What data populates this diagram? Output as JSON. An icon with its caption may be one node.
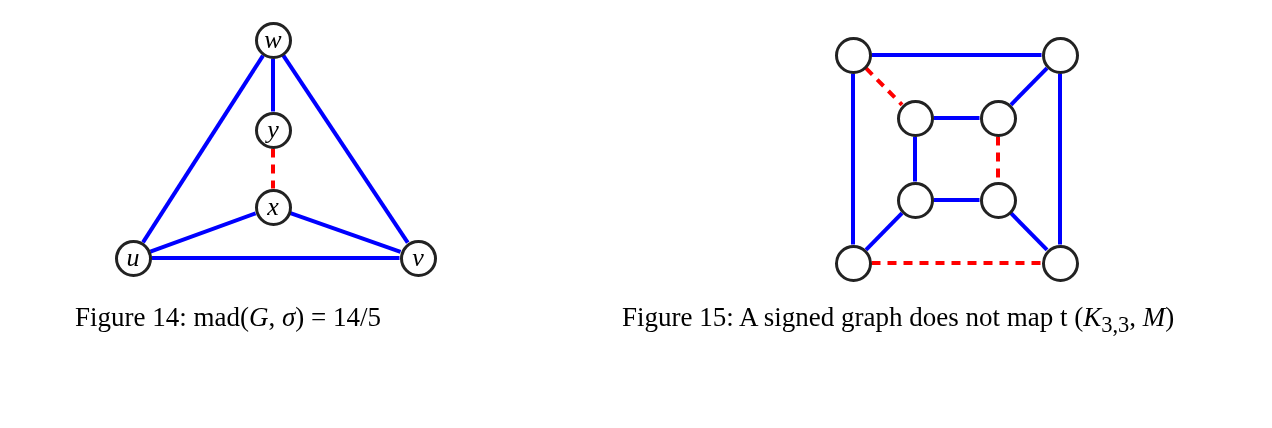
{
  "diagram": {
    "nodes": [
      {
        "text": [
          "w"
        ]
      },
      {
        "text": [
          "y"
        ]
      },
      {
        "text": [
          "x"
        ]
      },
      {
        "text": [
          "u"
        ]
      },
      {
        "text": [
          "v"
        ]
      },
      {
        "text": [],
        "shape": "circle"
      },
      {
        "text": [],
        "shape": "circle"
      },
      {
        "text": [],
        "shape": "circle"
      },
      {
        "text": [],
        "shape": "circle"
      },
      {
        "text": [],
        "shape": "circle"
      },
      {
        "text": [],
        "shape": "circle"
      },
      {
        "text": [],
        "shape": "circle"
      },
      {
        "text": [],
        "shape": "circle"
      }
    ],
    "edges": [
      {
        "from": 0,
        "to": 3,
        "arrow": "none"
      },
      {
        "from": 0,
        "to": 4,
        "arrow": "none"
      },
      {
        "from": 0,
        "to": 1,
        "arrow": "none"
      },
      {
        "from": 1,
        "to": 2,
        "arrow": "none",
        "style": "dashed",
        "color": "#ff0000"
      },
      {
        "from": 2,
        "to": 3,
        "arrow": "none"
      },
      {
        "from": 2,
        "to": 4,
        "arrow": "none"
      },
      {
        "from": 3,
        "to": 4,
        "arrow": "none"
      },
      {
        "from": 5,
        "to": 6,
        "arrow": "none"
      },
      {
        "from": 5,
        "to": 11,
        "arrow": "none"
      },
      {
        "from": 5,
        "to": 7,
        "arrow": "none",
        "style": "dashed",
        "color": "#ff0000"
      },
      {
        "from": 6,
        "to": 8,
        "arrow": "none"
      },
      {
        "from": 6,
        "to": 12,
        "arrow": "none"
      },
      {
        "from": 7,
        "to": 8,
        "arrow": "none"
      },
      {
        "from": 7,
        "to": 9,
        "arrow": "none"
      },
      {
        "from": 8,
        "to": 10,
        "arrow": "none",
        "style": "dashed",
        "color": "#ff0000"
      },
      {
        "from": 9,
        "to": 10,
        "arrow": "none"
      },
      {
        "from": 9,
        "to": 11,
        "arrow": "none"
      },
      {
        "from": 10,
        "to": 12,
        "arrow": "none"
      },
      {
        "from": 11,
        "to": 12,
        "arrow": "none",
        "style": "dashed",
        "color": "#ff0000"
      }
    ],
    "labels": [
      "Figure 14: mad(*G*, *σ*) = 14/5",
      "Figure 15: A signed graph does not map t (*K*$_{3,3}$, *M*)"
    ]
  }
}
